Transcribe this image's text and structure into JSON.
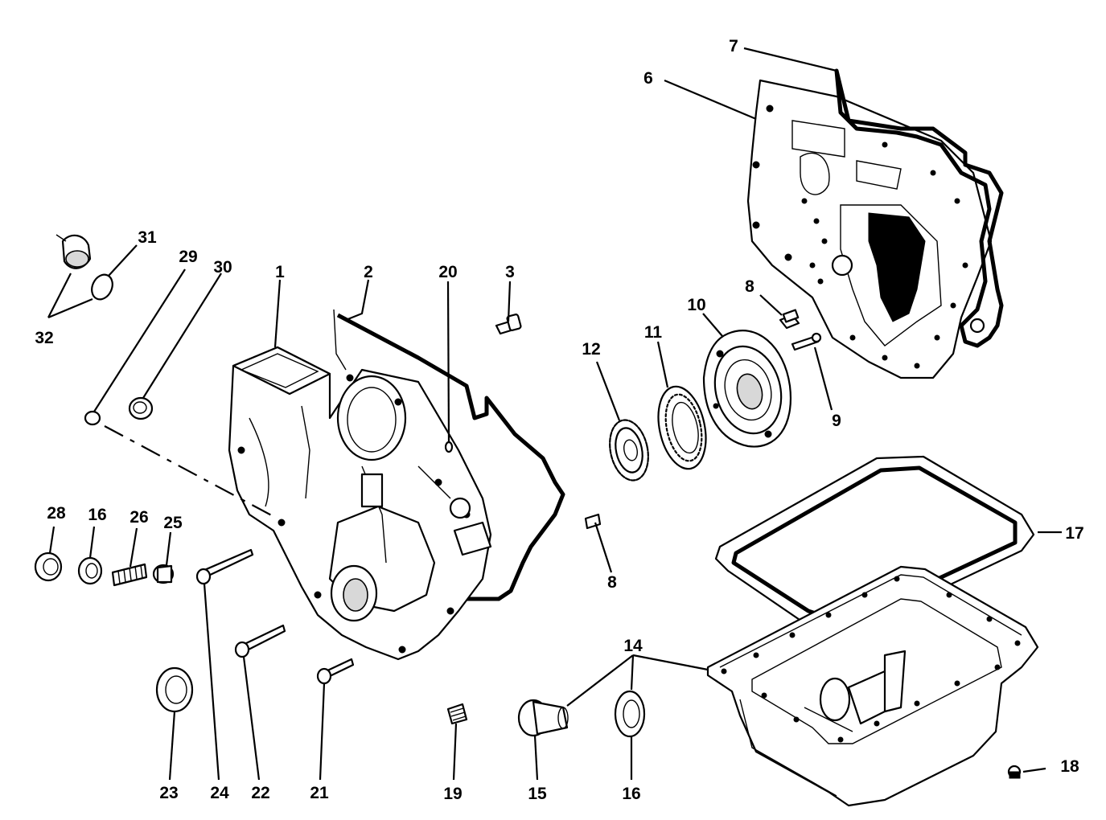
{
  "labels": {
    "p1": "1",
    "p2": "2",
    "p3": "3",
    "p6": "6",
    "p7": "7",
    "p8a": "8",
    "p8b": "8",
    "p9": "9",
    "p10": "10",
    "p11": "11",
    "p12": "12",
    "p14": "14",
    "p15": "15",
    "p16a": "16",
    "p16b": "16",
    "p17": "17",
    "p18": "18",
    "p19": "19",
    "p20": "20",
    "p21": "21",
    "p22": "22",
    "p23": "23",
    "p24": "24",
    "p25": "25",
    "p26": "26",
    "p28": "28",
    "p29": "29",
    "p30": "30",
    "p31": "31",
    "p32": "32"
  }
}
